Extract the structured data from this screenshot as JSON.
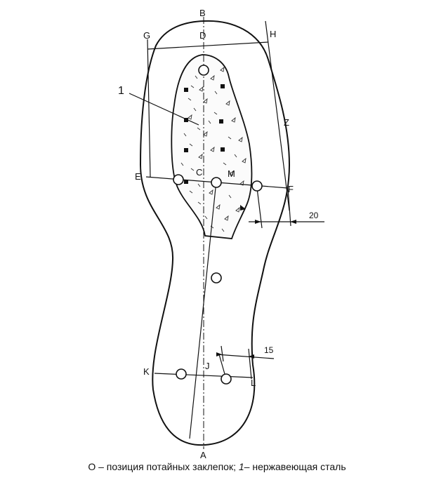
{
  "points": {
    "A": "A",
    "B": "B",
    "C": "C",
    "D": "D",
    "E": "E",
    "F": "F",
    "G": "G",
    "H": "H",
    "J": "J",
    "K": "K",
    "L": "L",
    "M": "M",
    "Z": "Z"
  },
  "part_label": "1",
  "dimensions": {
    "dim_20": "20",
    "dim_15": "15"
  },
  "caption": {
    "prefix": "O – позиция потайных заклепок; ",
    "italic": "1",
    "suffix": "– нержавеющая сталь"
  }
}
